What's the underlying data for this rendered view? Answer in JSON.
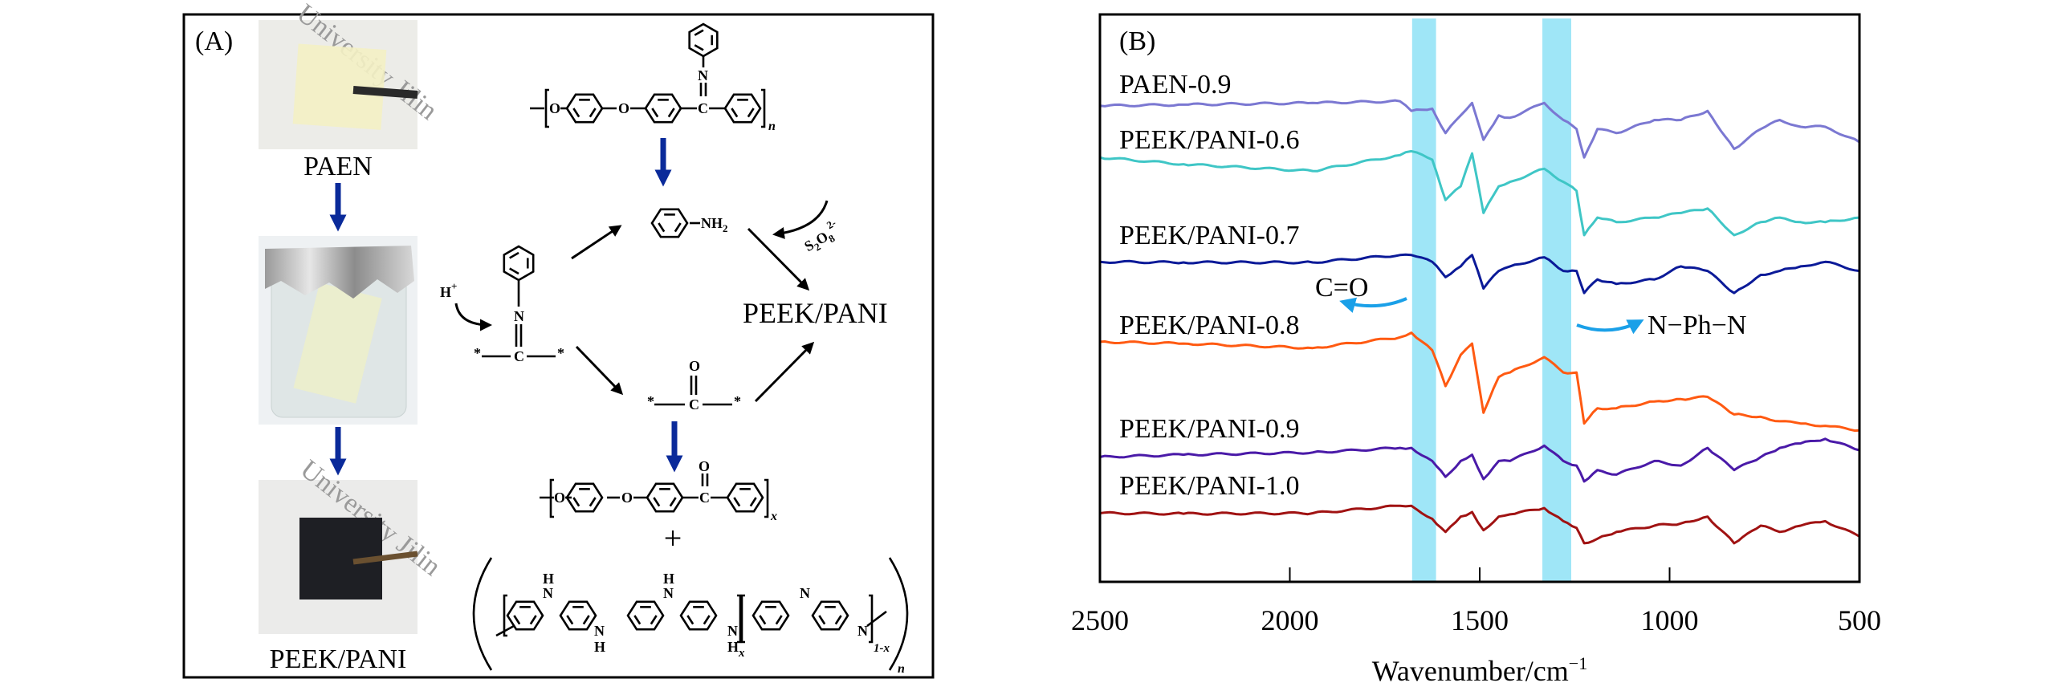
{
  "panel_a": {
    "label": "(A)",
    "photo_labels": [
      "PAEN",
      "PEEK/PANI"
    ],
    "photo_watermark": "University Jilin",
    "product_label": "PEEK/PANI",
    "proton": {
      "base": "H",
      "sup": "+"
    },
    "aniline": {
      "base": "NH",
      "sub": "2"
    },
    "oxidant": {
      "b1": "S",
      "s1": "2",
      "b2": "O",
      "s2": "8",
      "sup": "2-"
    },
    "atoms": {
      "N": "N",
      "C": "C",
      "O": "O",
      "H": "H",
      "star": "*"
    },
    "repeat": {
      "n": "n",
      "x": "x",
      "one_minus_x": "1-x"
    },
    "plus": "+",
    "colors": {
      "process_arrow": "#0a2a9a"
    }
  },
  "chart_data": {
    "type": "line",
    "panel_label": "(B)",
    "title": "",
    "xlabel": "Wavenumber/cm",
    "xlabel_sup": "−1",
    "ylabel": "",
    "xlim": [
      2500,
      500
    ],
    "ylim": [
      0,
      100
    ],
    "x_reversed": true,
    "grid": false,
    "xticks": [
      2500,
      2000,
      1500,
      1000,
      500
    ],
    "xtick_labels": [
      "2500",
      "2000",
      "1500",
      "1000",
      "500"
    ],
    "x": [
      2500,
      2280,
      1940,
      1710,
      1680,
      1625,
      1590,
      1550,
      1520,
      1490,
      1450,
      1420,
      1330,
      1280,
      1245,
      1225,
      1190,
      1140,
      1040,
      970,
      900,
      830,
      760,
      710,
      655,
      590,
      500
    ],
    "series": [
      {
        "name": "PAEN-0.9",
        "color": "#7b78d2",
        "values": [
          83.9,
          84.1,
          84.4,
          84.7,
          83.0,
          83.4,
          79.1,
          82.2,
          84.4,
          77.9,
          82.2,
          81.8,
          84.4,
          81.4,
          79.8,
          74.8,
          79.8,
          79.1,
          81.4,
          81.4,
          83.0,
          76.3,
          79.8,
          81.4,
          80.2,
          80.2,
          77.5
        ]
      },
      {
        "name": "PEEK/PANI-0.6",
        "color": "#3fc6c6",
        "values": [
          74.8,
          73.6,
          72.4,
          75.2,
          75.9,
          74.4,
          67.3,
          69.7,
          75.5,
          65.0,
          69.7,
          70.5,
          72.8,
          70.5,
          68.9,
          61.1,
          64.2,
          63.4,
          64.2,
          65.0,
          65.8,
          61.1,
          63.4,
          64.2,
          63.4,
          63.4,
          64.2
        ]
      },
      {
        "name": "PEEK/PANI-0.7",
        "color": "#0b1a98",
        "values": [
          56.4,
          56.3,
          56.3,
          57.6,
          57.6,
          56.4,
          53.7,
          55.6,
          57.6,
          51.7,
          54.8,
          55.6,
          57.2,
          54.8,
          54.8,
          50.9,
          53.3,
          52.5,
          53.3,
          55.6,
          54.8,
          50.9,
          54.1,
          54.8,
          55.6,
          56.4,
          54.8
        ]
      },
      {
        "name": "PEEK/PANI-0.8",
        "color": "#ff5a12",
        "values": [
          42.3,
          42.0,
          41.2,
          43.1,
          43.9,
          40.8,
          34.5,
          40.0,
          42.0,
          29.8,
          36.1,
          36.9,
          39.6,
          36.9,
          36.9,
          27.9,
          30.6,
          30.6,
          31.8,
          32.2,
          32.6,
          29.5,
          29.1,
          28.3,
          27.9,
          27.5,
          26.7
        ]
      },
      {
        "name": "PEEK/PANI-0.9",
        "color": "#4a1aa8",
        "values": [
          22.0,
          22.4,
          22.8,
          23.6,
          23.6,
          21.3,
          18.5,
          21.3,
          22.4,
          18.1,
          21.3,
          21.3,
          24.0,
          21.3,
          20.5,
          17.7,
          19.7,
          18.9,
          21.3,
          20.5,
          23.6,
          19.7,
          22.0,
          23.6,
          24.4,
          25.2,
          23.2
        ]
      },
      {
        "name": "PEEK/PANI-1.0",
        "color": "#a01212",
        "values": [
          12.1,
          12.0,
          12.1,
          13.4,
          13.4,
          11.1,
          8.8,
          11.5,
          12.3,
          9.1,
          11.5,
          11.9,
          13.0,
          10.7,
          9.5,
          6.8,
          7.6,
          8.8,
          9.9,
          10.3,
          11.5,
          6.8,
          9.9,
          8.8,
          9.9,
          10.7,
          8.0
        ]
      }
    ],
    "highlight_bands": [
      {
        "from": 1678,
        "to": 1615,
        "color": "#9fe6f7"
      },
      {
        "from": 1335,
        "to": 1259,
        "color": "#9fe6f7"
      }
    ],
    "annotations": [
      {
        "text": "C=O",
        "color_arrow": "#1aa0e8"
      },
      {
        "text": "N−Ph−N",
        "color_arrow": "#1aa0e8"
      }
    ]
  }
}
